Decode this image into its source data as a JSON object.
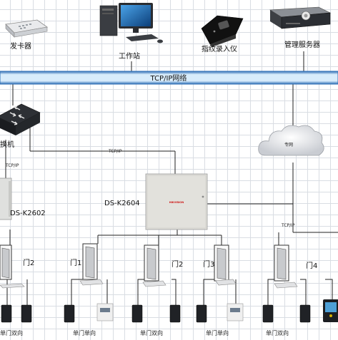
{
  "colors": {
    "bus": "#2f6fb5",
    "bus_highlight": "#d8ecfb",
    "lines": "#222222"
  },
  "top_devices": {
    "card_issuer": {
      "label": "发卡器",
      "icon": "card-reader-icon"
    },
    "workstation": {
      "label": "工作站",
      "icon": "desktop-computer-icon"
    },
    "fingerprint": {
      "label": "指纹录入仪",
      "icon": "fingerprint-scanner-icon"
    },
    "server": {
      "label": "管理服务器",
      "icon": "rack-server-icon"
    }
  },
  "bus": {
    "label": "TCP/IP网络"
  },
  "switch": {
    "label": "换机",
    "icon": "network-switch-icon"
  },
  "cloud": {
    "label": "专网",
    "icon": "cloud-icon"
  },
  "links": {
    "tcp1": "TCP/IP",
    "tcp2": "TCP/IP",
    "tcp3": "TCP/IP"
  },
  "controllers": {
    "left": "DS-K2602",
    "center": "DS-K2604",
    "brand": "HIKVISION"
  },
  "doors": [
    "门2",
    "门1",
    "门2",
    "门3",
    "门4"
  ],
  "bottom_labels": [
    "单门双向",
    "单门单向",
    "单门双向",
    "单门单向",
    "单门双向"
  ]
}
